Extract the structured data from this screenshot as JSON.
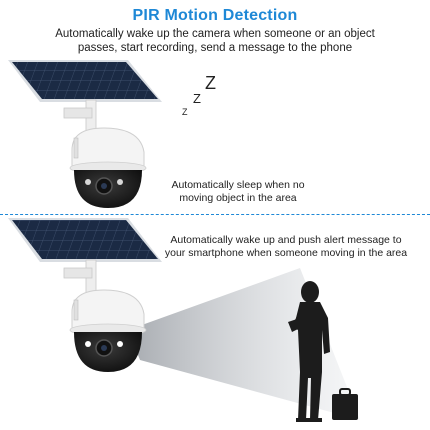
{
  "header": {
    "title": "PIR Motion Detection",
    "subtitle": "Automatically wake up the camera when someone or an object passes, start recording, send a message to the phone"
  },
  "sleep_panel": {
    "zz_large": "Z",
    "zz_mid": "Z",
    "zz_small": "Z",
    "caption": "Automatically sleep when no moving object in the area"
  },
  "wake_panel": {
    "caption": "Automatically wake up and push alert message to your smartphone when someone moving in the area"
  },
  "colors": {
    "accent": "#1e88d6",
    "text": "#222222",
    "panel": "#1b2a44",
    "camera_body": "#f4f4f4",
    "dome": "#1a1a1a",
    "silhouette": "#1c1c1c"
  }
}
